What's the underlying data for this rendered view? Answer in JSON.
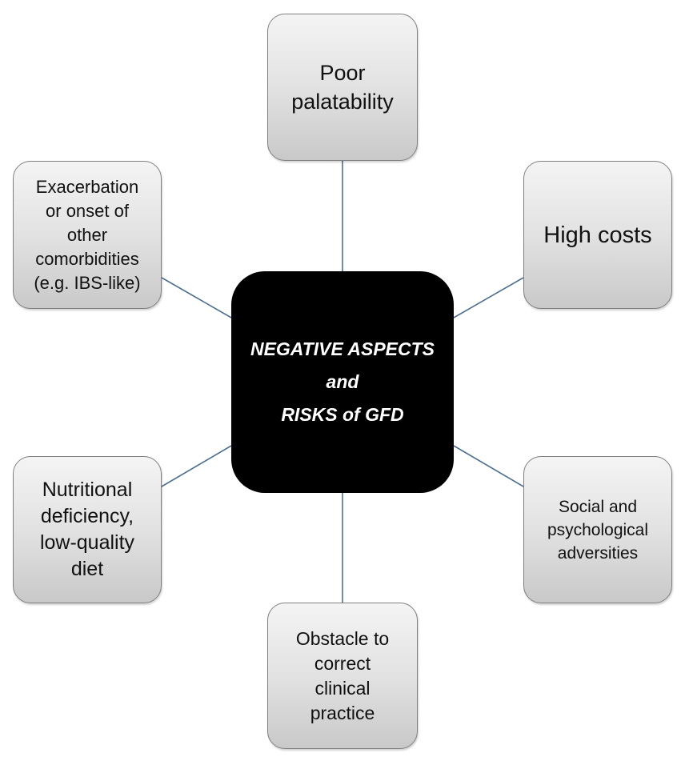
{
  "diagram": {
    "center_label": "NEGATIVE ASPECTS\nand\nRISKS of GFD",
    "nodes": {
      "top": "Poor\npalatability",
      "top_right": "High costs",
      "bottom_right": "Social and\npsychological\nadversities",
      "bottom": "Obstacle to\ncorrect\nclinical\npractice",
      "bottom_left": "Nutritional\ndeficiency,\nlow-quality\ndiet",
      "top_left": "Exacerbation\nor onset of\nother\ncomorbidities\n(e.g. IBS-like)"
    },
    "colors": {
      "center_fill": "#000000",
      "center_text": "#ffffff",
      "node_fill": "#e2e2e2",
      "node_border": "#7f7f7f",
      "connector": "#4f6f8f"
    }
  }
}
